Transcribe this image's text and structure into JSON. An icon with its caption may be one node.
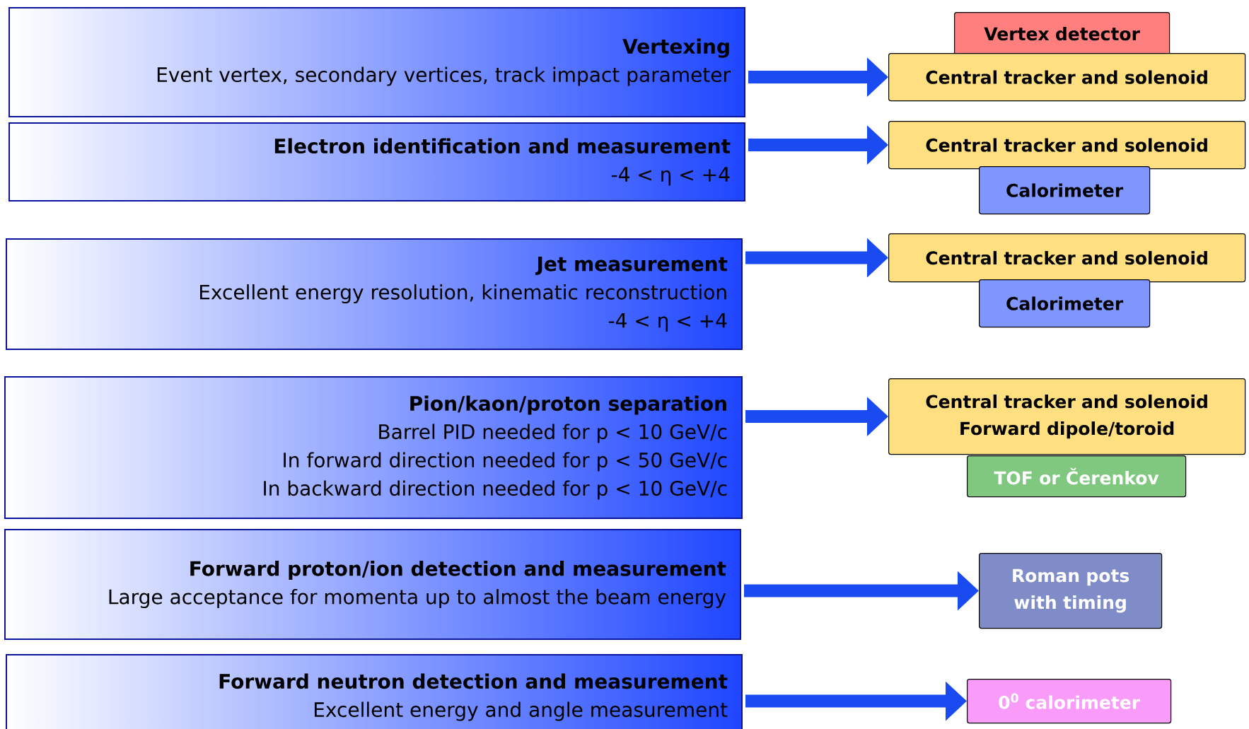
{
  "diagram": {
    "nodes": [
      {
        "text": [
          "Vertexing",
          "Event vertex, secondary vertices, track impact parameter"
        ]
      },
      {
        "text": [
          "Vertex detector"
        ]
      },
      {
        "text": [
          "Central tracker and solenoid"
        ]
      },
      {
        "text": [
          "Electron identification and measurement",
          "-4 < η < +4"
        ]
      },
      {
        "text": [
          "Central tracker and solenoid"
        ]
      },
      {
        "text": [
          "Calorimeter"
        ]
      },
      {
        "text": [
          "Jet measurement",
          "Excellent energy resolution, kinematic reconstruction",
          "-4 < η < +4"
        ]
      },
      {
        "text": [
          "Central tracker and solenoid"
        ]
      },
      {
        "text": [
          "Calorimeter"
        ]
      },
      {
        "text": [
          "Pion/kaon/proton separation",
          "Barrel PID needed for p < 10 GeV/c",
          "In forward direction needed for p < 50 GeV/c",
          "In backward direction needed for p < 10 GeV/c"
        ]
      },
      {
        "text": [
          "Central tracker and solenoid",
          "Forward dipole/toroid"
        ]
      },
      {
        "text": [
          "TOF or Čerenkov"
        ]
      },
      {
        "text": [
          "Forward proton/ion detection and measurement",
          "Large acceptance for momenta up to almost the beam energy"
        ]
      },
      {
        "text": [
          "Roman pots with timing"
        ]
      },
      {
        "text": [
          "Forward neutron detection and measurement",
          "Excellent energy and angle measurement"
        ]
      },
      {
        "text": [
          "0$^{0}$ calorimeter"
        ]
      }
    ],
    "edges": [
      {
        "from": 0,
        "to": 2,
        "arrow": "to"
      },
      {
        "from": 3,
        "to": 4,
        "arrow": "to"
      },
      {
        "from": 6,
        "to": 7,
        "arrow": "to"
      },
      {
        "from": 9,
        "to": 10,
        "arrow": "to"
      },
      {
        "from": 12,
        "to": 13,
        "arrow": "to"
      },
      {
        "from": 14,
        "to": 15,
        "arrow": "to"
      }
    ]
  }
}
